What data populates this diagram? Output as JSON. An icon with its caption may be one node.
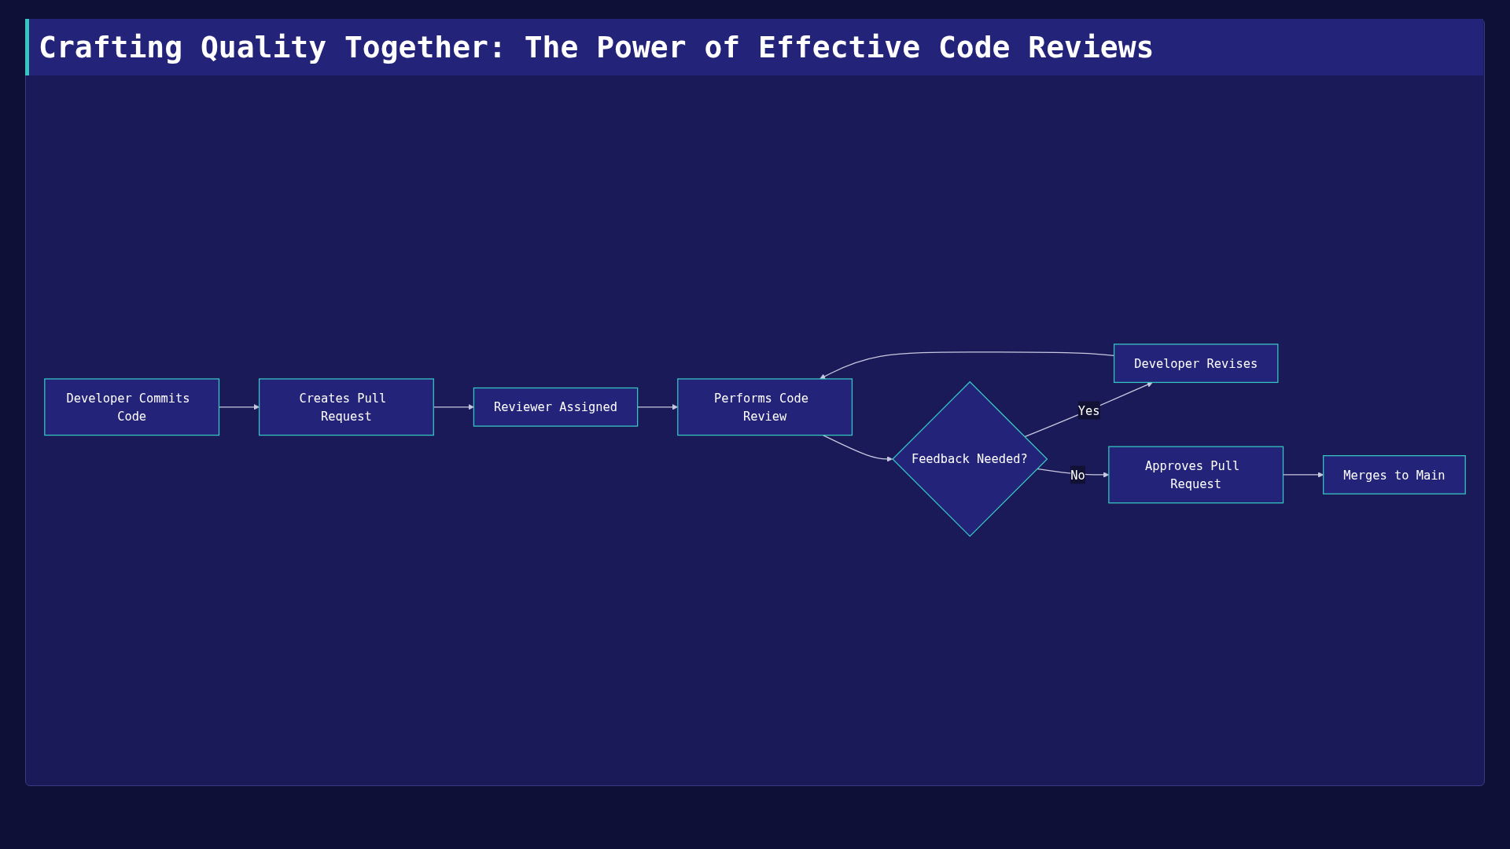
{
  "diagram": {
    "title": "Crafting Quality Together: The Power of Effective Code Reviews",
    "nodes": [
      {
        "text": [
          "Developer Commits Code"
        ]
      },
      {
        "text": [
          "Creates Pull Request"
        ]
      },
      {
        "text": [
          "Reviewer Assigned"
        ]
      },
      {
        "text": [
          "Performs Code Review"
        ]
      },
      {
        "text": [
          "Feedback Needed?"
        ]
      },
      {
        "text": [
          "Developer Revises"
        ]
      },
      {
        "text": [
          "Approves Pull Request"
        ]
      },
      {
        "text": [
          "Merges to Main"
        ]
      }
    ],
    "edges": [
      {
        "from": 0,
        "to": 1,
        "arrow": "to"
      },
      {
        "from": 1,
        "to": 2,
        "arrow": "to"
      },
      {
        "from": 2,
        "to": 3,
        "arrow": "to"
      },
      {
        "from": 3,
        "to": 4,
        "arrow": "to"
      },
      {
        "from": 4,
        "to": 5,
        "label": "Yes",
        "arrow": "to"
      },
      {
        "from": 4,
        "to": 6,
        "label": "No",
        "arrow": "to"
      },
      {
        "from": 5,
        "to": 3,
        "arrow": "to"
      },
      {
        "from": 6,
        "to": 7,
        "arrow": "to"
      }
    ]
  }
}
